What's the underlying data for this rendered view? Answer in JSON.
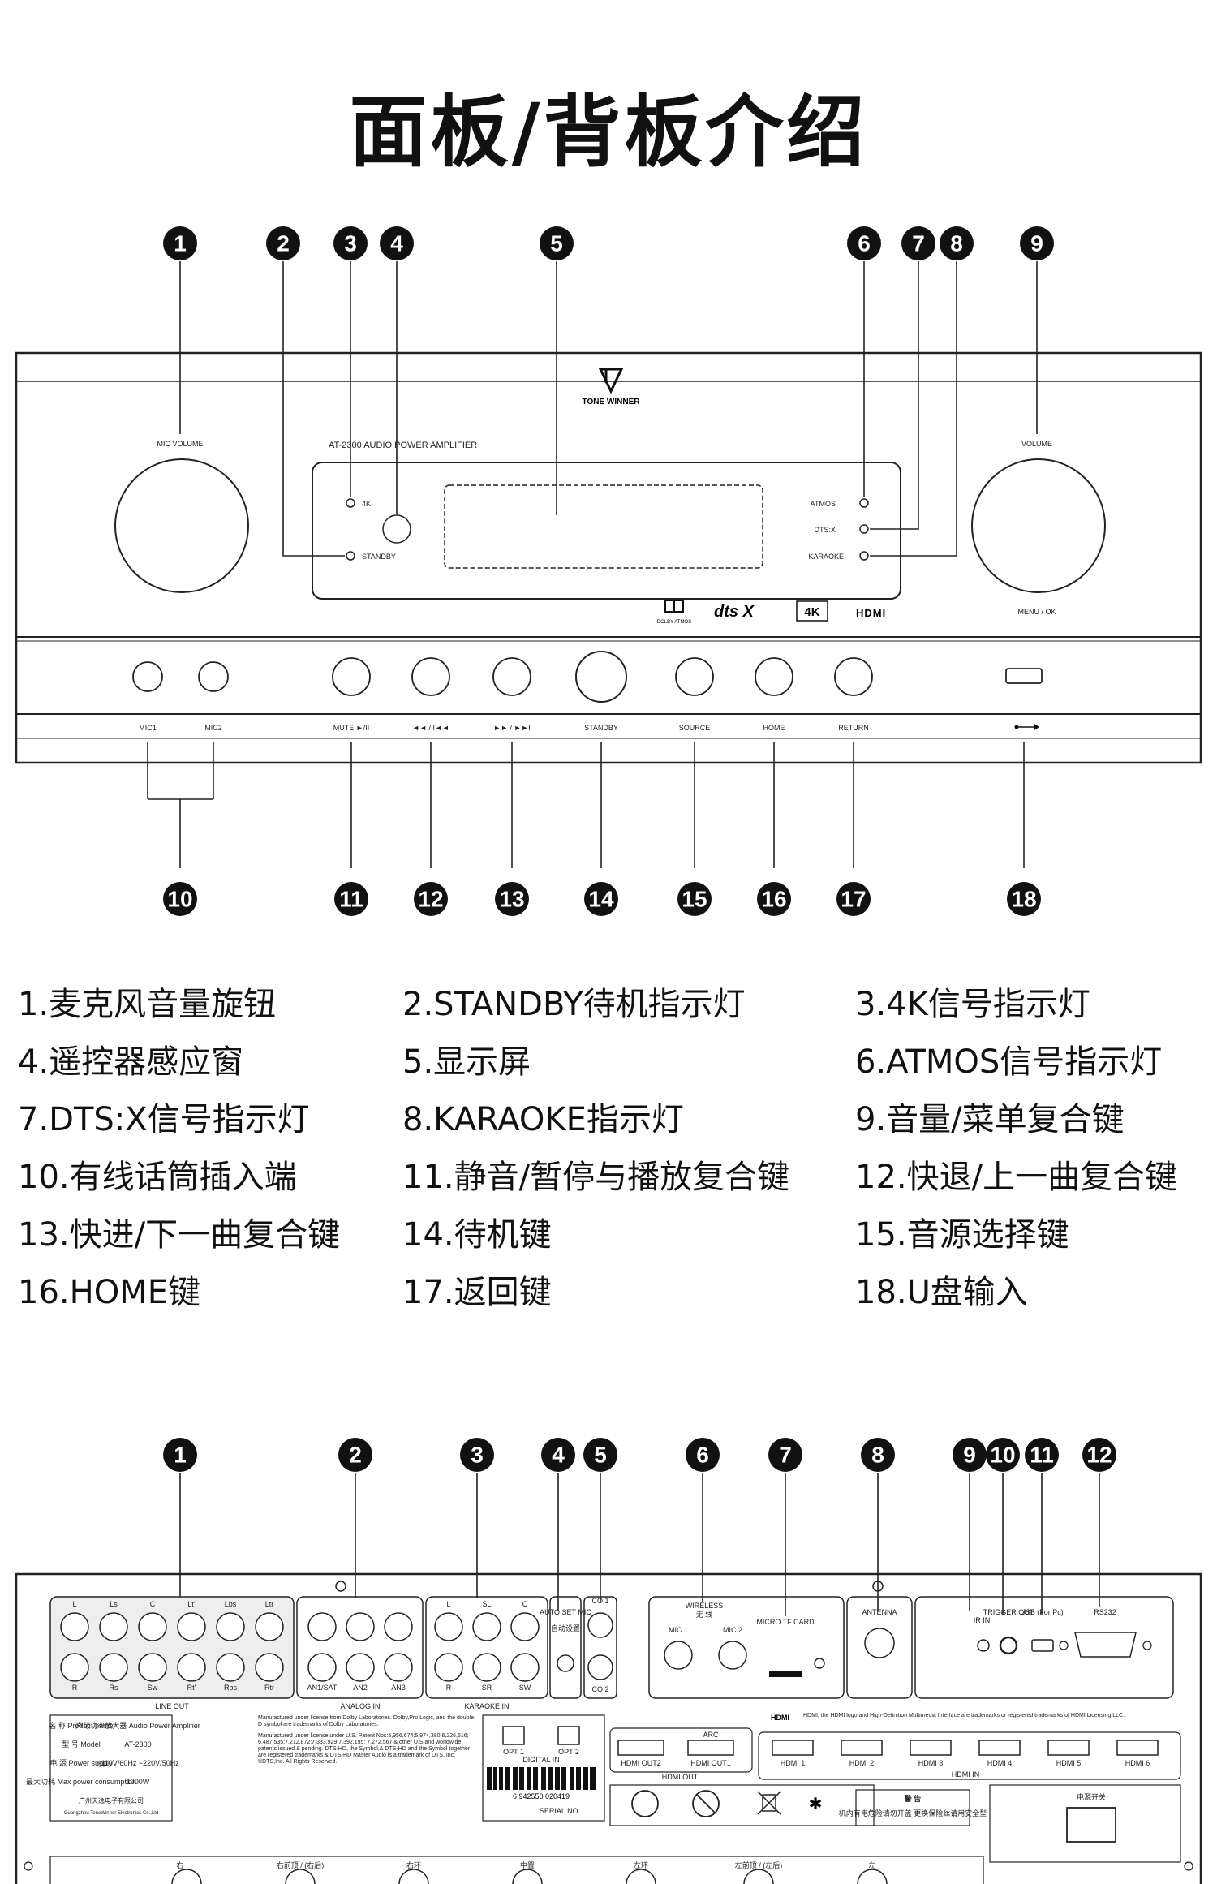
{
  "title": "面板/背板介绍",
  "front_panel": {
    "markers_top": [
      "1",
      "2",
      "3",
      "4",
      "5",
      "6",
      "7",
      "8",
      "9"
    ],
    "markers_bottom": [
      "10",
      "11",
      "12",
      "13",
      "14",
      "15",
      "16",
      "17",
      "18"
    ],
    "brand": "TONE WINNER",
    "model_line": "AT-2300 AUDIO POWER AMPLIFIER",
    "mic_volume_label": "MIC VOLUME",
    "volume_label": "VOLUME",
    "menu_ok_label": "MENU / OK",
    "indicator_4k": "4K",
    "indicator_standby": "STANDBY",
    "indicator_atmos": "ATMOS",
    "indicator_dtsx": "DTS:X",
    "indicator_karaoke": "KARAOKE",
    "logo_dolby": "DOLBY ATMOS",
    "logo_dts": "dts X",
    "logo_4k": "4K",
    "logo_hdmi": "HDMI",
    "button_labels": [
      "MIC1",
      "MIC2",
      "MUTE ►/II",
      "◄◄ / I◄◄",
      "►► / ►►I",
      "STANDBY",
      "SOURCE",
      "HOME",
      "RETURN"
    ]
  },
  "legend": [
    [
      "1.麦克风音量旋钮",
      "2.STANDBY待机指示灯",
      "3.4K信号指示灯"
    ],
    [
      "4.遥控器感应窗",
      "5.显示屏",
      "6.ATMOS信号指示灯"
    ],
    [
      "7.DTS:X信号指示灯",
      "8.KARAOKE指示灯",
      "9.音量/菜单复合键"
    ],
    [
      "10.有线话筒插入端",
      "11.静音/暂停与播放复合键",
      "12.快退/上一曲复合键"
    ],
    [
      "13.快进/下一曲复合键",
      "14.待机键",
      "15.音源选择键"
    ],
    [
      "16.HOME键",
      "17.返回键",
      "18.U盘输入"
    ]
  ],
  "rear_panel": {
    "markers": [
      "1",
      "2",
      "3",
      "4",
      "5",
      "6",
      "7",
      "8",
      "9",
      "10",
      "11",
      "12"
    ],
    "line_out_label": "LINE OUT",
    "line_out_top": [
      "L",
      "Ls",
      "C",
      "Lt'",
      "Lbs",
      "Ltr"
    ],
    "line_out_bottom": [
      "R",
      "Rs",
      "Sw",
      "Rt'",
      "Rbs",
      "Rtr"
    ],
    "analog_in_label": "ANALOG IN",
    "analog_in_labels": [
      "AN1/SAT",
      "AN2",
      "AN3"
    ],
    "karaoke_in_label": "KARAOKE IN",
    "karaoke_in_top": [
      "L",
      "SL",
      "C"
    ],
    "karaoke_in_bottom": [
      "R",
      "SR",
      "SW"
    ],
    "auto_set_mic": "AUTO SET MIC",
    "auto_set_mic_cn": "自动设置",
    "co1": "CO 1",
    "co2": "CO 2",
    "wireless": "WIRELESS",
    "wireless_cn": "无 线",
    "mic1": "MIC 1",
    "mic2": "MIC 2",
    "micro_tf": "MICRO TF CARD",
    "antenna": "ANTENNA",
    "ir_in": "IR IN",
    "trigger_out": "TRIGGER OUT",
    "usb": "USB (For Pc)",
    "rs232": "RS232",
    "hdmi_notice": "HDMI, the HDMI logo and High-Definition Multimedia Interface are trademarks or registered trademarks of HDMI Licensing LLC.",
    "dolby_notice": "Manufactured under license from Dolby Laboratories. Dolby,Pro Logic, and the double-D symbol are trademarks of Dolby Laboratories.",
    "dts_notice": "Manufactured under license under U.S. Patent Nos:5,956,674;5,974,380;6,226,616; 6,487,535;7,212,872;7,333,929;7,392,195; 7,272,567 & other U.S.and worldwide patents issued & pending. DTS-HD, the Symbol,& DTS-HD and the Symbol together are registered trademarks & DTS-HD Master Audio is a trademark of DTS, Inc. ©DTS,Inc. All Rights Reserved.",
    "spec_rows": [
      [
        "名 称 Product name",
        "声频功率放大器 Audio Power Amplifier"
      ],
      [
        "型 号 Model",
        "AT-2300"
      ],
      [
        "电 源 Power supply",
        "~110V/60Hz ~220V/50Hz"
      ],
      [
        "最大功耗 Max power consumption",
        "1000W"
      ]
    ],
    "company_cn": "广州天逸电子有限公司",
    "company_en": "Guangzhou ToneWinner Electronics Co.,Ltd",
    "opt1": "OPT 1",
    "opt2": "OPT 2",
    "digital_in": "DIGITAL IN",
    "barcode": "6 942550 020419",
    "serial": "SERIAL NO.",
    "arc": "ARC",
    "hdmi_out_label": "HDMI OUT",
    "hdmi_out_ports": [
      "HDMI OUT2",
      "HDMI OUT1"
    ],
    "hdmi_in_label": "HDMI IN",
    "hdmi_in_ports": [
      "HDMI 1",
      "HDMI 2",
      "HDMI 3",
      "HDMI 4",
      "HDMI 5",
      "HDMI 6"
    ],
    "warning_title": "警 告",
    "warning_text": "机内有电危险请勿开盖 更换保险丝请用安全型",
    "power_switch": "电源开关",
    "speaker_labels": [
      "右",
      "右前顶 / (右后)",
      "右环",
      "中置",
      "左环",
      "左前顶 / (左后)",
      "左"
    ]
  }
}
